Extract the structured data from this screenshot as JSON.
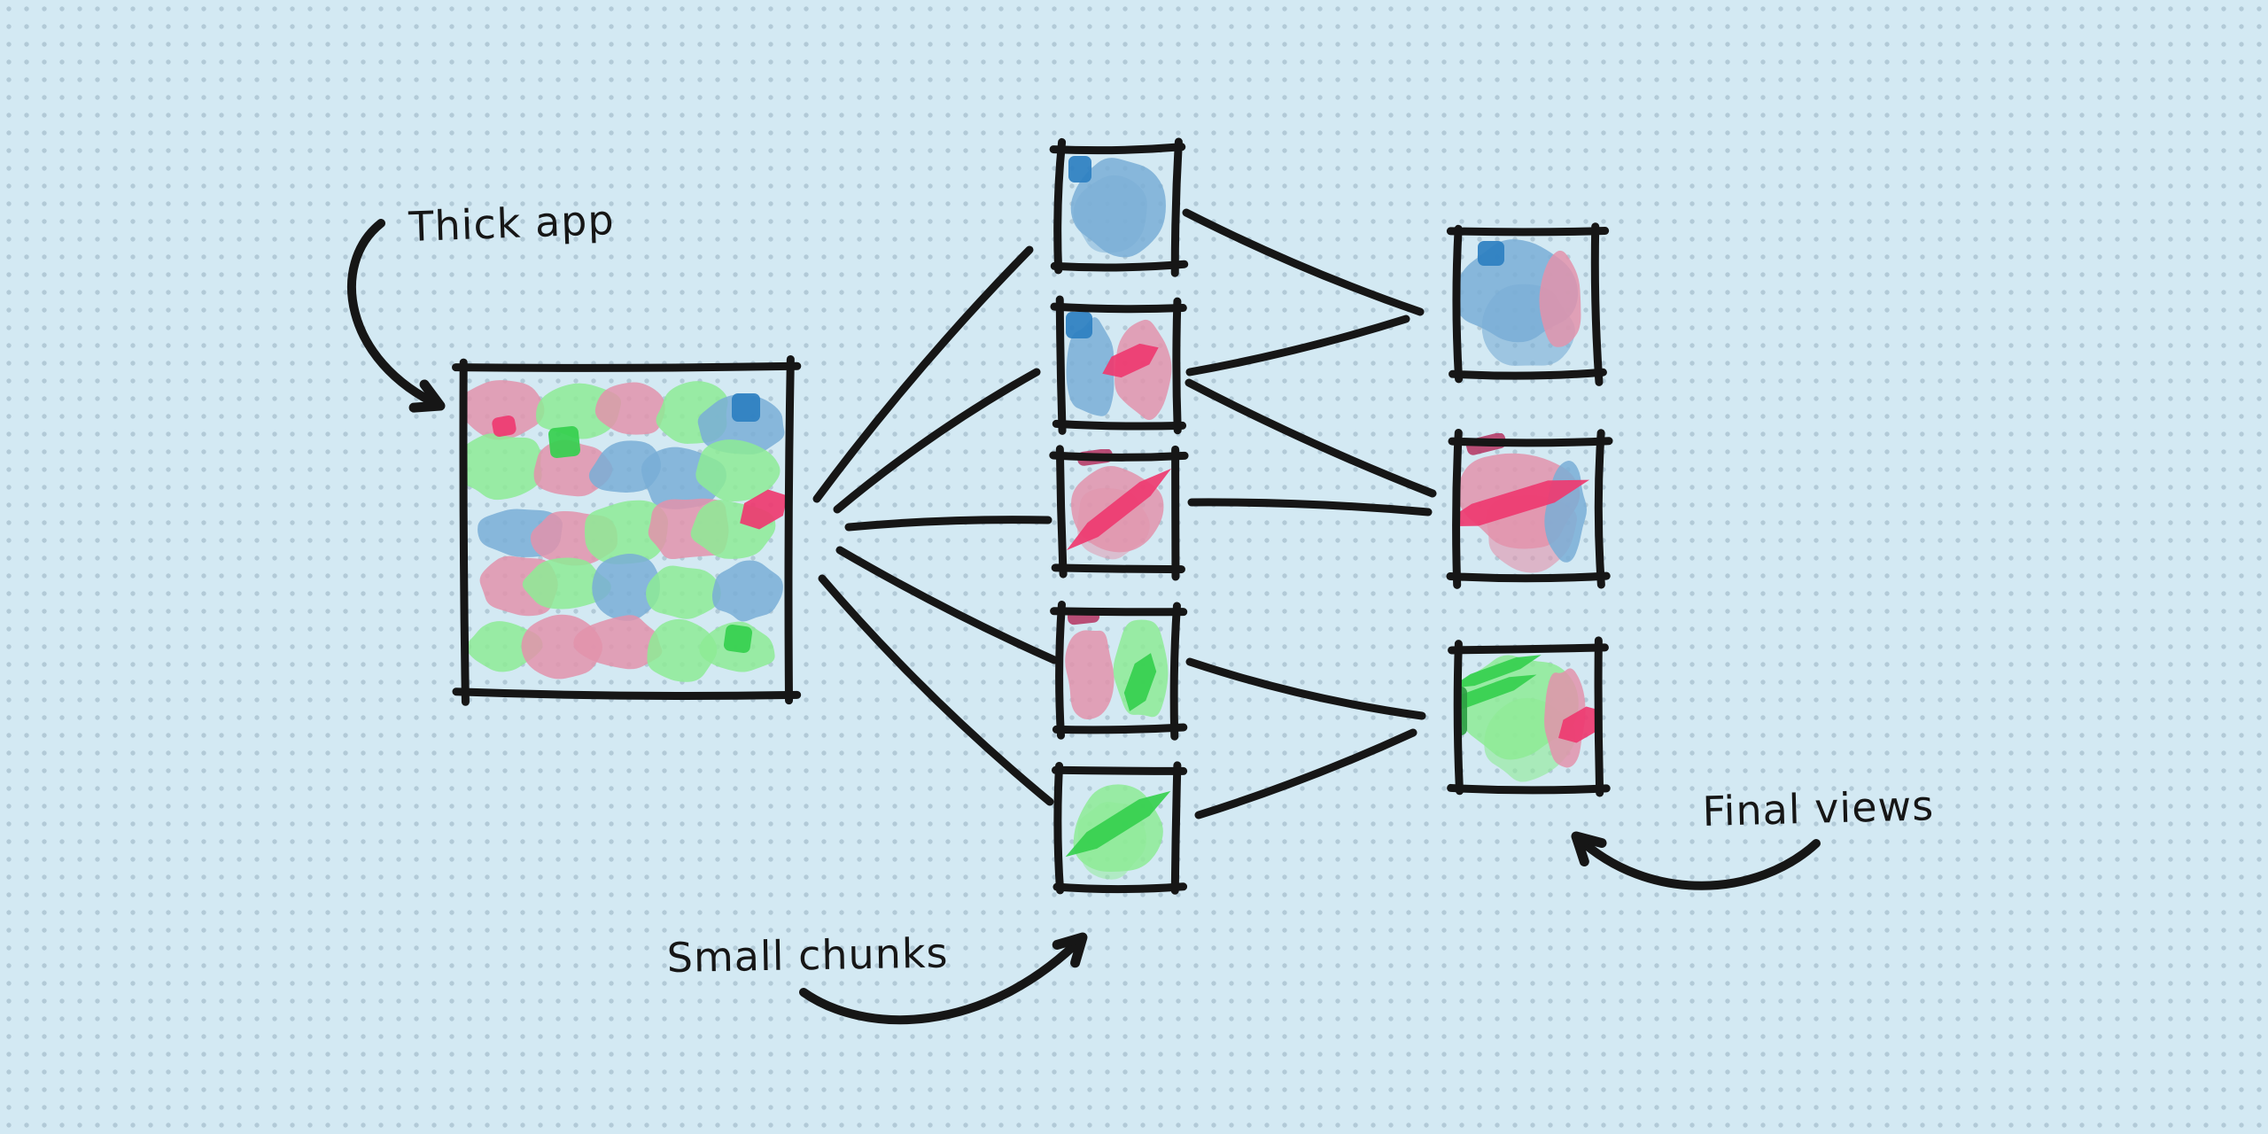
{
  "canvas": {
    "background": "#d3e9f3",
    "dot_color": "#b2cad7",
    "ink": "#161616"
  },
  "palette": {
    "blue": "#79aed6",
    "pink": "#e293ab",
    "green": "#8deb95",
    "accent_blue": "#2d7fc1",
    "accent_pink": "#ee3a70",
    "accent_green": "#35cf4e",
    "deep_pink": "#b6406b",
    "deep_green": "#2e9e44"
  },
  "labels": {
    "thick_app": "Thick app",
    "small_chunks": "Small chunks",
    "final_views": "Final views"
  },
  "nodes": {
    "thick_app": {
      "id": "thick-app",
      "fills": [
        "pink",
        "green",
        "blue"
      ],
      "mosaic": [
        [
          "pink",
          "green",
          "pink",
          "green",
          "blue"
        ],
        [
          "green",
          "pink",
          "blue",
          "blue",
          "green"
        ],
        [
          "blue",
          "pink",
          "green",
          "pink",
          "green"
        ],
        [
          "pink",
          "green",
          "blue",
          "green",
          "blue"
        ],
        [
          "green",
          "pink",
          "pink",
          "green",
          "green"
        ]
      ]
    },
    "chunks": [
      {
        "id": "chunk-1",
        "fills": [
          "blue"
        ]
      },
      {
        "id": "chunk-2",
        "fills": [
          "blue",
          "pink"
        ]
      },
      {
        "id": "chunk-3",
        "fills": [
          "pink"
        ]
      },
      {
        "id": "chunk-4",
        "fills": [
          "pink",
          "green"
        ]
      },
      {
        "id": "chunk-5",
        "fills": [
          "green"
        ]
      }
    ],
    "views": [
      {
        "id": "view-1",
        "fills": [
          "blue",
          "pink"
        ]
      },
      {
        "id": "view-2",
        "fills": [
          "pink",
          "blue"
        ]
      },
      {
        "id": "view-3",
        "fills": [
          "green",
          "pink"
        ]
      }
    ]
  },
  "connections": {
    "app_to_chunks": [
      "chunk-1",
      "chunk-2",
      "chunk-3",
      "chunk-4",
      "chunk-5"
    ],
    "chunks_to_views": [
      {
        "from": "chunk-1",
        "to": "view-1"
      },
      {
        "from": "chunk-2",
        "to": "view-1"
      },
      {
        "from": "chunk-2",
        "to": "view-2"
      },
      {
        "from": "chunk-3",
        "to": "view-2"
      },
      {
        "from": "chunk-4",
        "to": "view-3"
      },
      {
        "from": "chunk-5",
        "to": "view-3"
      }
    ]
  },
  "arrows": [
    {
      "label": "thick_app",
      "points_to": "thick-app"
    },
    {
      "label": "small_chunks",
      "points_to": "chunk-5"
    },
    {
      "label": "final_views",
      "points_to": "view-3"
    }
  ]
}
